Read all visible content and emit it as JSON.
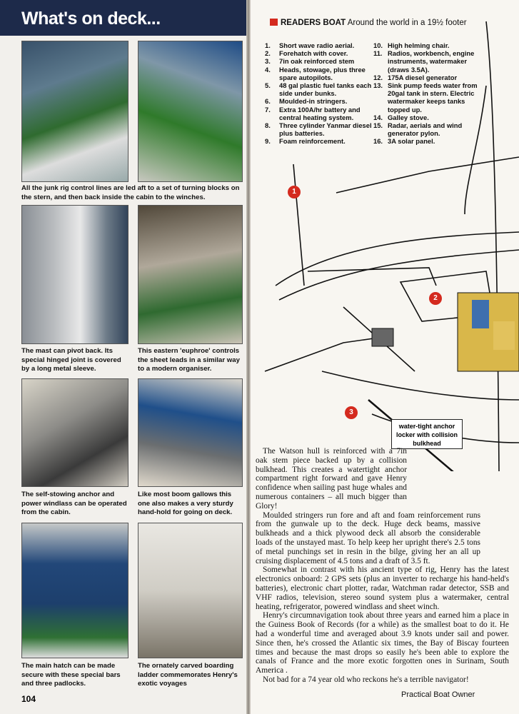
{
  "left_page": {
    "title": "What's on deck...",
    "page_number": "104",
    "captions": [
      "All the junk rig control lines are led aft to a set of turning blocks on the stern, and then back inside the cabin to the winches.",
      "The mast can pivot back. Its special hinged joint is covered by a long metal sleeve.",
      "This eastern 'euphroe' controls the sheet leads in a similar way to a modern organiser.",
      "The self-stowing anchor and power windlass can be operated from the cabin.",
      "Like most boom gallows this one also makes a very sturdy hand-hold for going on deck.",
      "The main hatch can be made secure with these special bars and three padlocks.",
      "The ornately carved boarding ladder commemorates Henry's exotic voyages"
    ]
  },
  "right_page": {
    "section": "READERS BOAT",
    "subtitle": "Around the world in a 19½ footer",
    "key_left": [
      {
        "n": "1.",
        "t": "Short wave radio aerial."
      },
      {
        "n": "2.",
        "t": "Forehatch with cover."
      },
      {
        "n": "3.",
        "t": "7in oak reinforced stem"
      },
      {
        "n": "4.",
        "t": "Heads, stowage, plus three spare autopilots."
      },
      {
        "n": "5.",
        "t": "48 gal plastic fuel tanks each side under bunks."
      },
      {
        "n": "6.",
        "t": "Moulded-in stringers."
      },
      {
        "n": "7.",
        "t": "Extra 100A/hr battery and central heating system."
      },
      {
        "n": "8.",
        "t": "Three cylinder Yanmar diesel plus batteries."
      },
      {
        "n": "9.",
        "t": "Foam reinforcement."
      }
    ],
    "key_right": [
      {
        "n": "10.",
        "t": "High helming chair."
      },
      {
        "n": "11.",
        "t": "Radios, workbench, engine instruments, watermaker (draws 3.5A)."
      },
      {
        "n": "12.",
        "t": "175A diesel generator"
      },
      {
        "n": "13.",
        "t": "Sink pump feeds water from 20gal tank in stern. Electric watermaker keeps tanks topped up."
      },
      {
        "n": "14.",
        "t": "Galley stove."
      },
      {
        "n": "15.",
        "t": "Radar, aerials and wind generator pylon."
      },
      {
        "n": "16.",
        "t": "3A solar panel."
      }
    ],
    "markers": [
      "1",
      "2",
      "3"
    ],
    "callout": "water-tight anchor locker with collision bulkhead",
    "paragraphs": [
      "The Watson hull is reinforced with a 7in oak stem piece backed up by a collision bulkhead. This creates a watertight anchor compartment right forward and gave Henry confidence when sailing past huge whales and numerous containers – all much bigger than Glory!",
      "Moulded stringers run fore and aft and foam reinforcement runs from the gunwale up to the deck. Huge deck beams, massive bulkheads and a thick plywood deck all absorb the considerable loads of the unstayed mast. To help keep her upright there's 2.5 tons of metal punchings set in resin in the bilge, giving her an all up cruising displacement of 4.5 tons and a draft of 3.5 ft.",
      "Somewhat in contrast with his ancient type of rig, Henry has the latest electronics onboard: 2 GPS sets (plus an inverter to recharge his hand-held's batteries), electronic chart plotter, radar, Watchman radar detector, SSB and VHF radios, television, stereo sound system plus a watermaker, central heating, refrigerator, powered windlass and sheet winch.",
      "Henry's circumnavigation took about three years and earned him a place in the Guiness Book of Records (for a while) as the smallest boat to do it. He had a wonderful time and averaged about 3.9 knots under sail and power. Since then, he's crossed the Atlantic six times, the Bay of Biscay fourteen times and because the mast drops so easily he's been able to explore the canals of France and the more exotic forgotten ones in Surinam, South America .",
      "Not bad for a 74 year old who reckons he's a terrible navigator!"
    ],
    "footer": "Practical Boat Owner"
  }
}
